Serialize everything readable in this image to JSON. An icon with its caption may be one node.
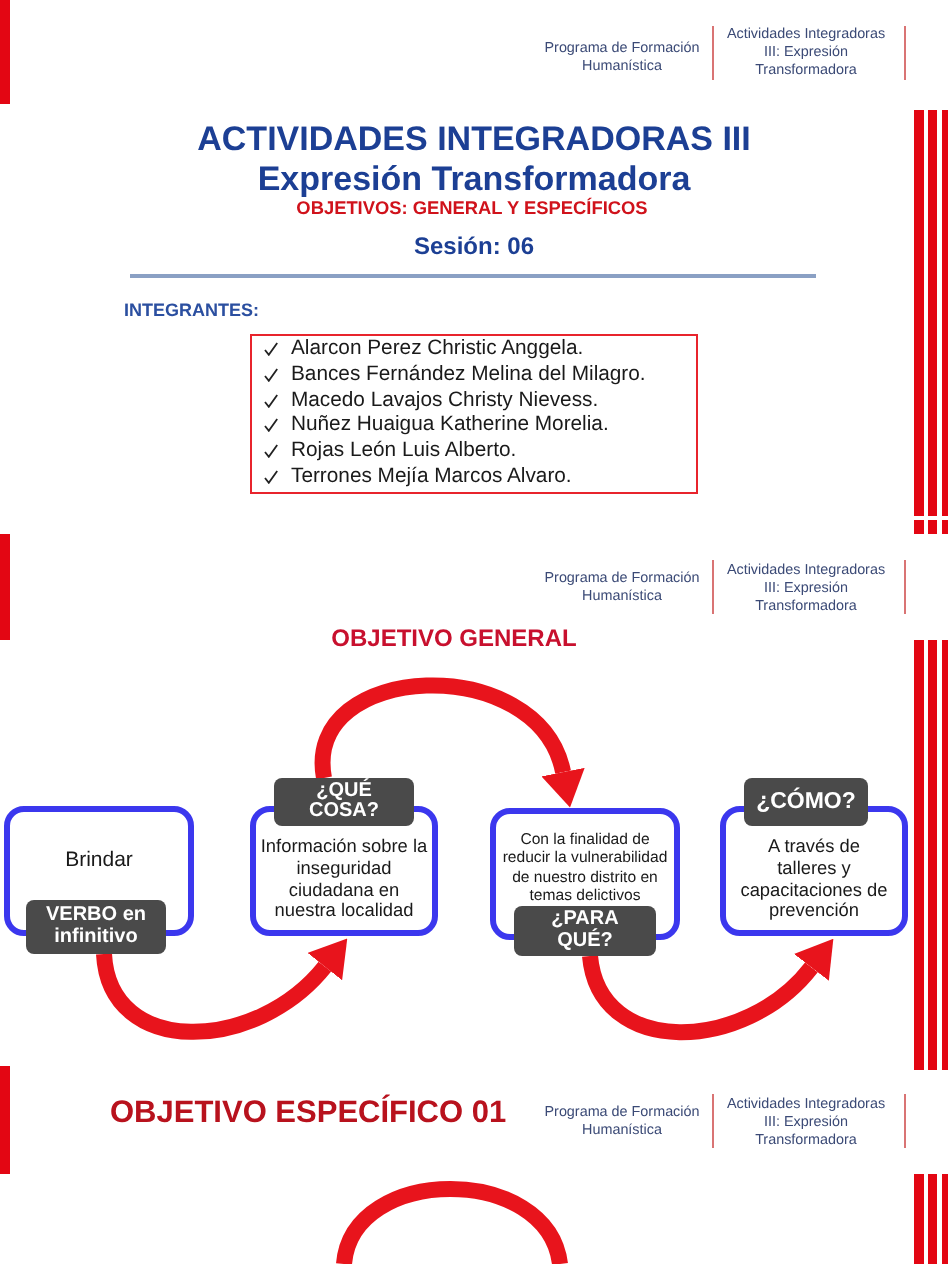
{
  "diagram": {
    "title": "ACTIVIDADES INTEGRADORAS III Expresión Transformadora",
    "nodes": [
      {
        "text": [
          "Alarcon Perez Christic Anggela.",
          "Bances Fernández Melina del Milagro.",
          "Macedo Lavajos Christy Nievess.",
          "Nuñez Huaigua Katherine Morelia.",
          "Rojas León Luis Alberto.",
          "Terrones Mejía Marcos Alvaro."
        ]
      },
      {
        "text": [
          "Brindar"
        ]
      },
      {
        "text": [
          "VERBO en infinitivo"
        ]
      },
      {
        "text": [
          "¿QUÉ COSA?"
        ]
      },
      {
        "text": [
          "Información sobre la inseguridad ciudadana en nuestra localidad"
        ]
      },
      {
        "text": [
          "Con la finalidad de reducir la vulnerabilidad de nuestro distrito en temas delictivos"
        ]
      },
      {
        "text": [
          "¿PARA QUÉ?"
        ]
      },
      {
        "text": [
          "¿CÓMO?"
        ]
      },
      {
        "text": [
          "A través de talleres y capacitaciones de prevención"
        ]
      }
    ],
    "edges": [
      {
        "from": 2,
        "to": 4,
        "arrow": "to"
      },
      {
        "from": 3,
        "to": 5,
        "arrow": "to"
      },
      {
        "from": 6,
        "to": 8,
        "arrow": "to"
      }
    ],
    "labels": [
      "Programa de Formación Humanística",
      "Actividades Integradoras III: Expresión Transformadora",
      "OBJETIVOS: GENERAL Y ESPECÍFICOS",
      "Sesión: 06",
      "INTEGRANTES:",
      "Programa de Formación Humanística",
      "Actividades Integradoras III: Expresión Transformadora",
      "OBJETIVO GENERAL",
      "OBJETIVO ESPECÍFICO 01",
      "Programa de Formación Humanística",
      "Actividades Integradoras III: Expresión Transformadora"
    ]
  }
}
